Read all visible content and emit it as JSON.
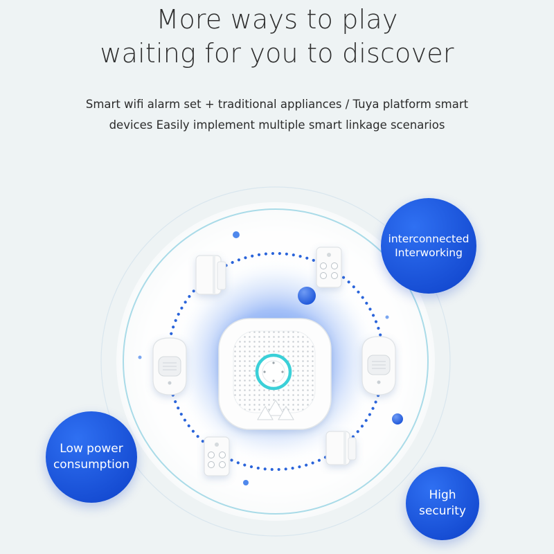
{
  "headline": {
    "line1": "More ways to play",
    "line2": "waiting for you to discover"
  },
  "subtitle": {
    "line1": "Smart wifi alarm set + traditional appliances / Tuya platform smart",
    "line2": "devices Easily implement multiple smart linkage scenarios"
  },
  "badges": [
    {
      "line1": "interconnected",
      "line2": "Interworking"
    },
    {
      "line1": "Low power",
      "line2": "consumption"
    },
    {
      "line1": "High",
      "line2": "security"
    }
  ],
  "icons": [
    "alarm-hub-icon",
    "pir-motion-sensor-icon",
    "door-contact-sensor-icon",
    "remote-control-icon"
  ],
  "colors": {
    "background": "#eef3f4",
    "badge_blue": "#1a55d8",
    "dot_blue": "#2a64da",
    "ring_light": "#bfe3ee",
    "hub_accent": "#3ad0d8"
  }
}
